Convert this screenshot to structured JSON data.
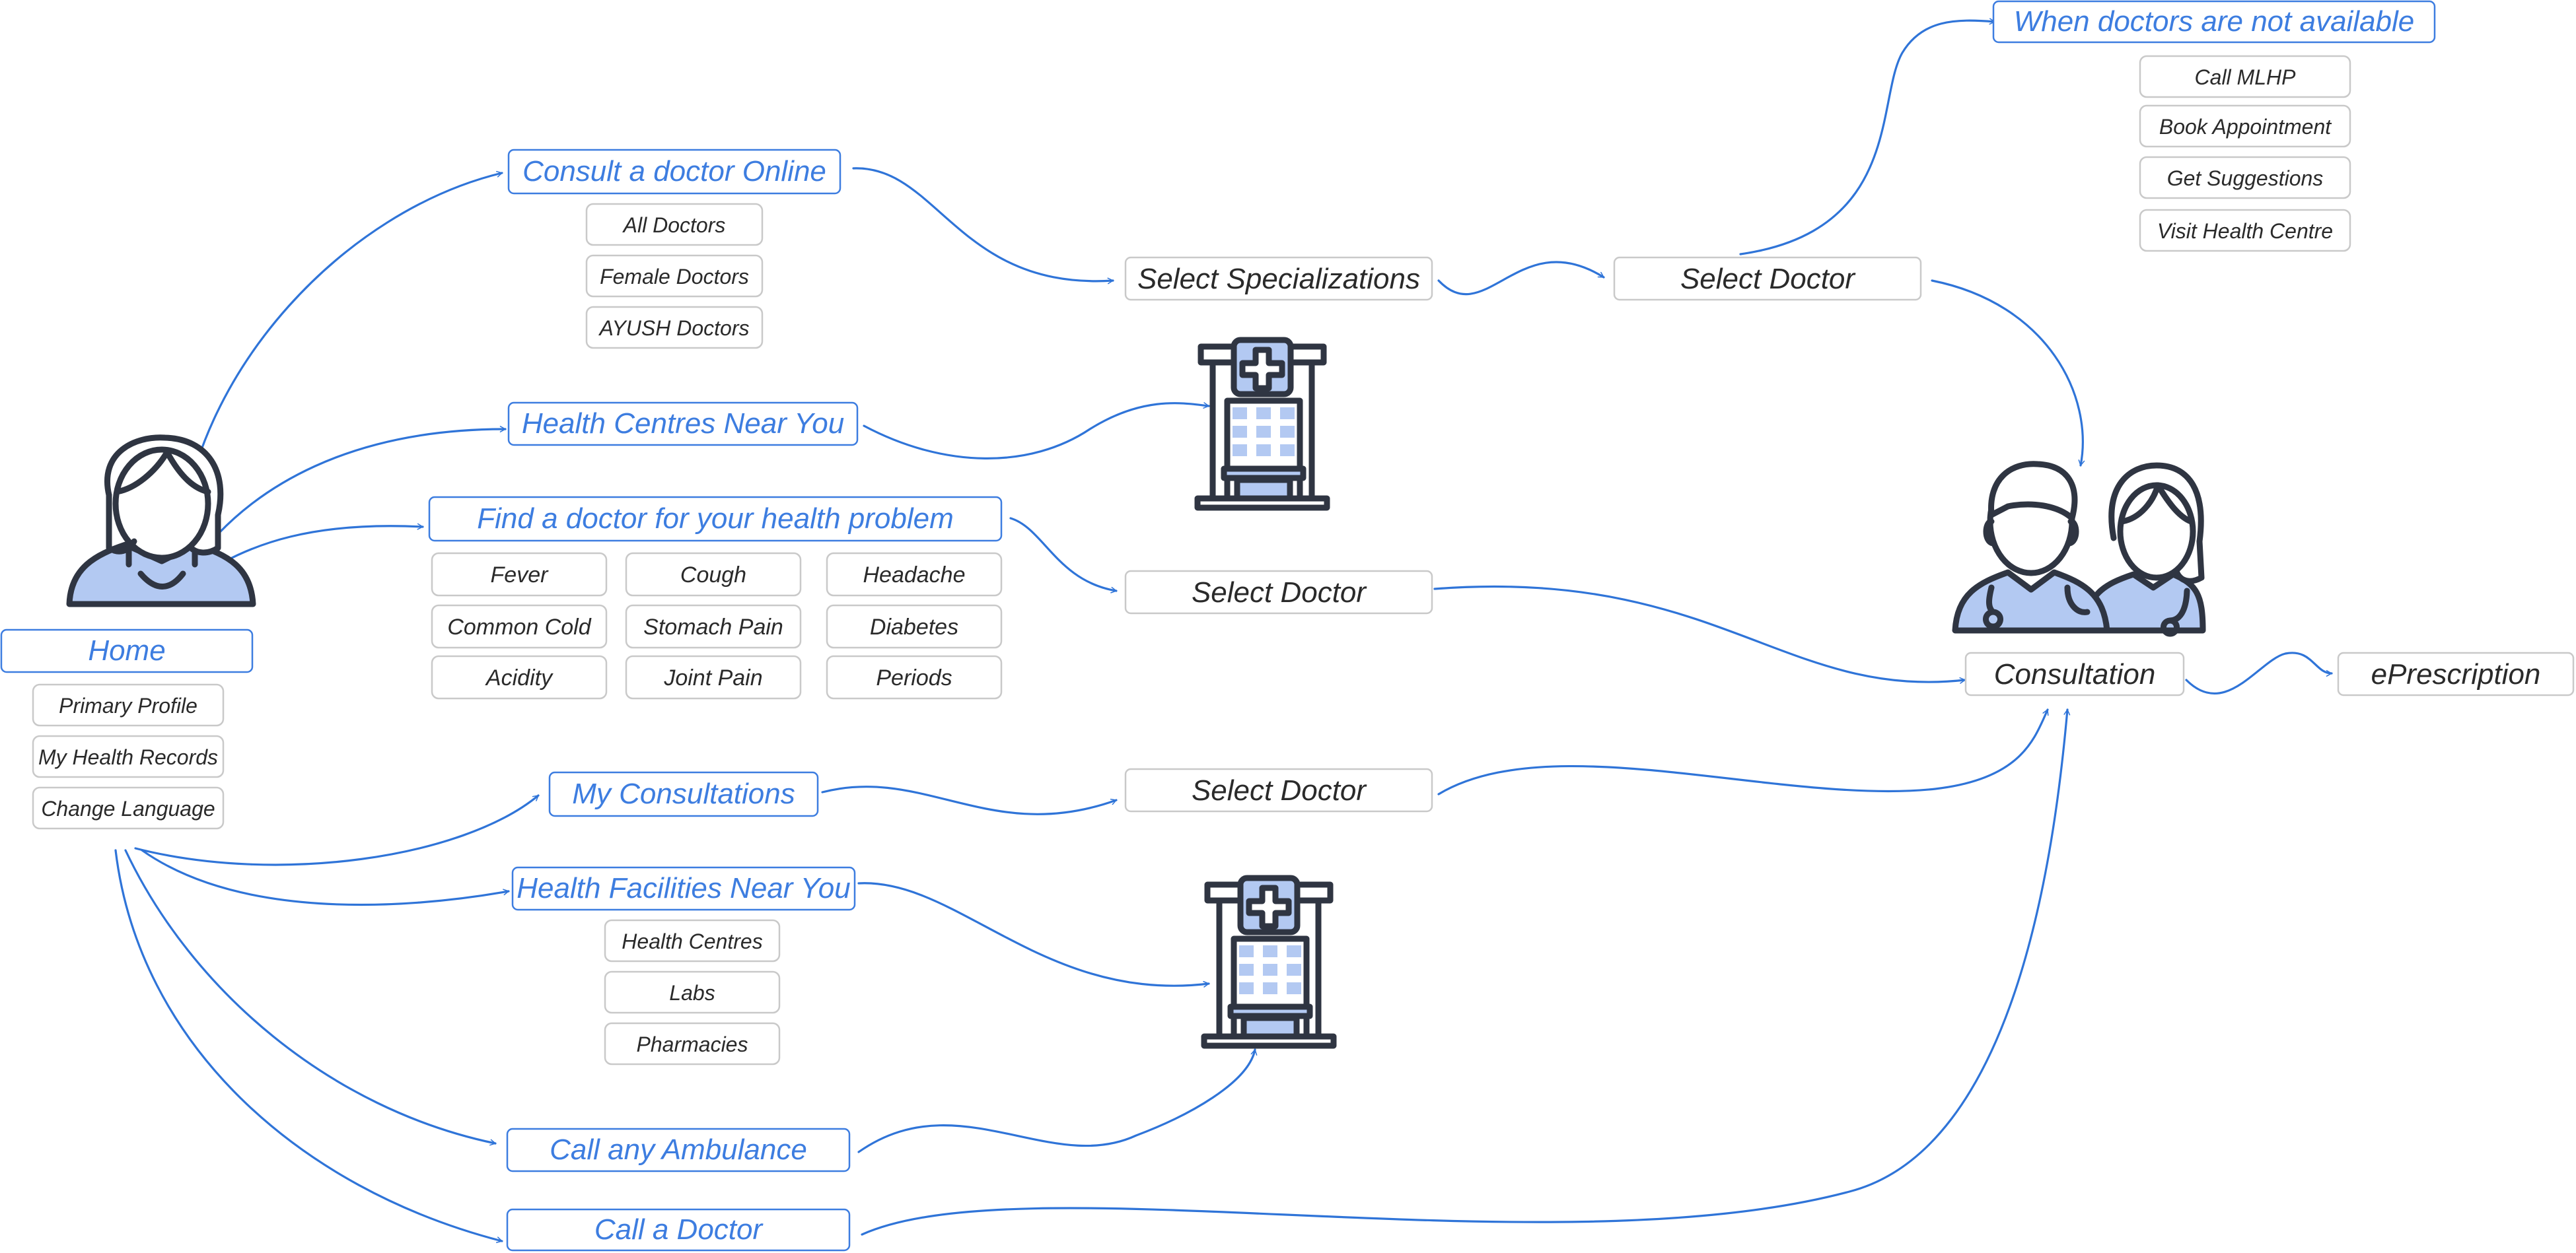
{
  "colors": {
    "accent": "#3d7de0",
    "box_border_gray": "#c9c9c9",
    "icon_fill": "#b3c9f2",
    "icon_stroke": "#2f3542"
  },
  "icons": [
    "patient-icon",
    "hospital-icon",
    "doctors-icon"
  ],
  "home": {
    "label": "Home",
    "items": [
      "Primary Profile",
      "My Health Records",
      "Change Language"
    ]
  },
  "consult_online": {
    "label": "Consult a doctor Online",
    "items": [
      "All Doctors",
      "Female Doctors",
      "AYUSH Doctors"
    ]
  },
  "health_centres_near": {
    "label": "Health Centres Near You"
  },
  "find_doctor": {
    "label": "Find a doctor for your health problem",
    "problems": [
      "Fever",
      "Cough",
      "Headache",
      "Common Cold",
      "Stomach Pain",
      "Diabetes",
      "Acidity",
      "Joint Pain",
      "Periods"
    ]
  },
  "my_consultations": {
    "label": "My Consultations"
  },
  "health_facilities": {
    "label": "Health Facilities Near You",
    "items": [
      "Health Centres",
      "Labs",
      "Pharmacies"
    ]
  },
  "ambulance": {
    "label": "Call any Ambulance"
  },
  "call_doctor": {
    "label": "Call a Doctor"
  },
  "select_specializations": {
    "label": "Select Specializations"
  },
  "select_doctor_top": {
    "label": "Select Doctor"
  },
  "select_doctor_mid": {
    "label": "Select Doctor"
  },
  "select_doctor_low": {
    "label": "Select Doctor"
  },
  "not_available": {
    "label": "When doctors are not available",
    "items": [
      "Call MLHP",
      "Book Appointment",
      "Get Suggestions",
      "Visit Health Centre"
    ]
  },
  "consultation": {
    "label": "Consultation"
  },
  "eprescription": {
    "label": "ePrescription"
  }
}
